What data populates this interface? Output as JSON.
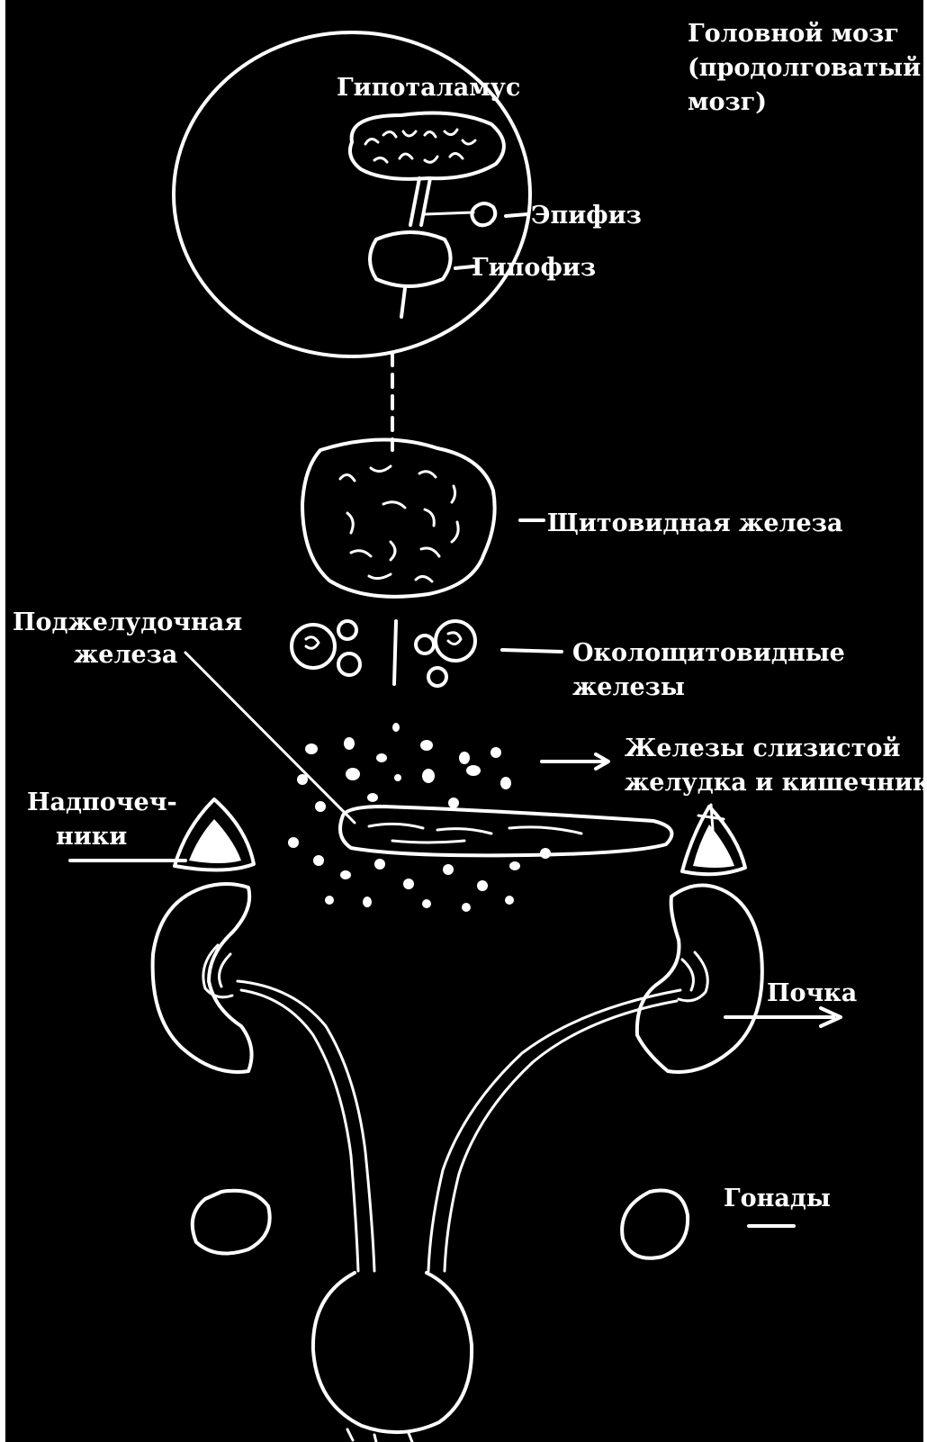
{
  "diagram": {
    "labels": {
      "brain_line1": "Головной мозг",
      "brain_line2": "(продолговатый",
      "brain_line3": "мозг)",
      "hypothalamus": "Гипоталамус",
      "epiphysis": "Эпифиз",
      "hypophysis": "Гипофиз",
      "thyroid": "Щитовидная железа",
      "pancreas_line1": "Поджелудочная",
      "pancreas_line2": "железа",
      "parathyroid_line1": "Околощитовидные",
      "parathyroid_line2": "железы",
      "gastric_line1": "Железы слизистой",
      "gastric_line2": "желудка и кишечника",
      "adrenal_line1": "Надпочеч-",
      "adrenal_line2": "ники",
      "kidney": "Почка",
      "gonads": "Гонады"
    },
    "colors": {
      "background": "#000000",
      "foreground": "#ffffff"
    }
  }
}
